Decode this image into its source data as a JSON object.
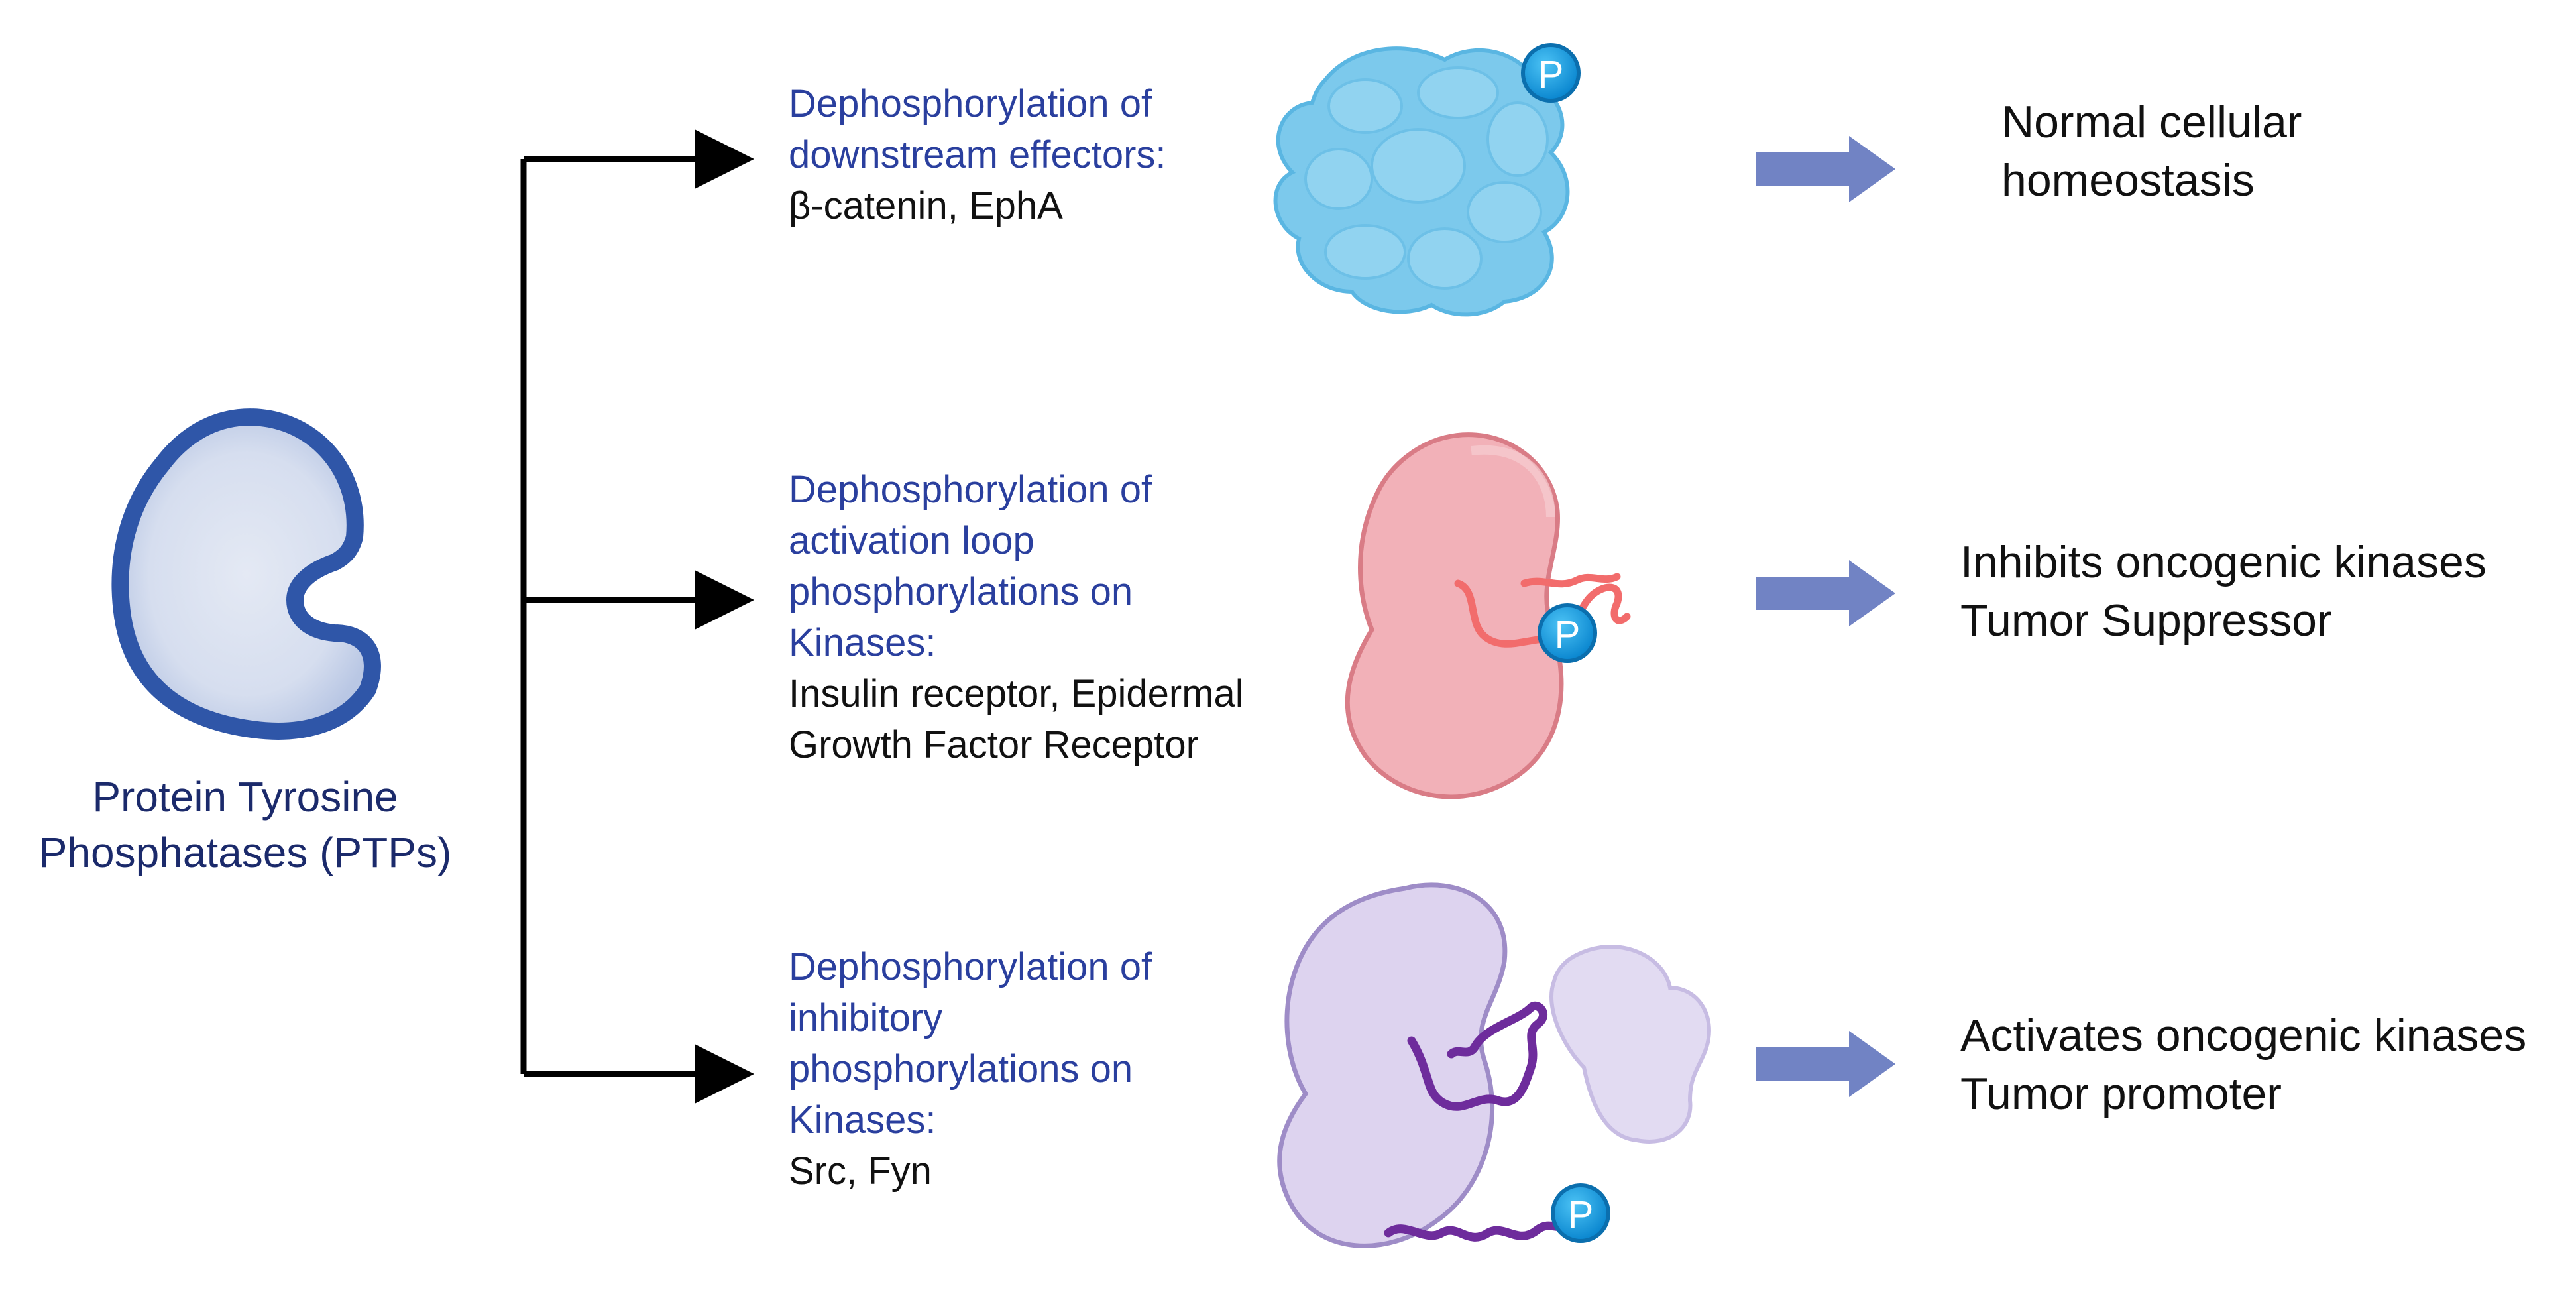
{
  "ptp": {
    "label_line1": "Protein Tyrosine",
    "label_line2": "Phosphatases (PTPs)"
  },
  "branches": [
    {
      "title_lines": [
        "Dephosphorylation of",
        "downstream effectors:"
      ],
      "examples_lines": [
        "β-catenin, EphA"
      ],
      "outcome_lines": [
        "Normal cellular",
        "homeostasis"
      ]
    },
    {
      "title_lines": [
        "Dephosphorylation of",
        "activation loop",
        "phosphorylations on",
        "Kinases:"
      ],
      "examples_lines": [
        "Insulin receptor, Epidermal",
        "Growth Factor Receptor"
      ],
      "outcome_lines": [
        "Inhibits oncogenic kinases",
        "Tumor Suppressor"
      ]
    },
    {
      "title_lines": [
        "Dephosphorylation of",
        "inhibitory",
        "phosphorylations on",
        "Kinases:"
      ],
      "examples_lines": [
        "Src, Fyn"
      ],
      "outcome_lines": [
        "Activates oncogenic kinases",
        "Tumor promoter"
      ]
    }
  ],
  "phospho_badge": "P",
  "colors": {
    "description_blue": "#2a3f9e",
    "ptp_blue": "#2f56a8",
    "effector_cyan": "#6fc6e8",
    "kinase_red": "#ef9aa5",
    "kinase_purple": "#d6ccec",
    "arrow_block": "#7183c4",
    "phospho_badge": "#1aa0e0"
  },
  "icons": {
    "ptp": "kidney-shaped-phosphatase-icon",
    "effector": "globular-protein-icon",
    "kinase_active": "kidney-shaped-kinase-icon",
    "kinase_inhibited": "two-lobe-kinase-icon"
  }
}
